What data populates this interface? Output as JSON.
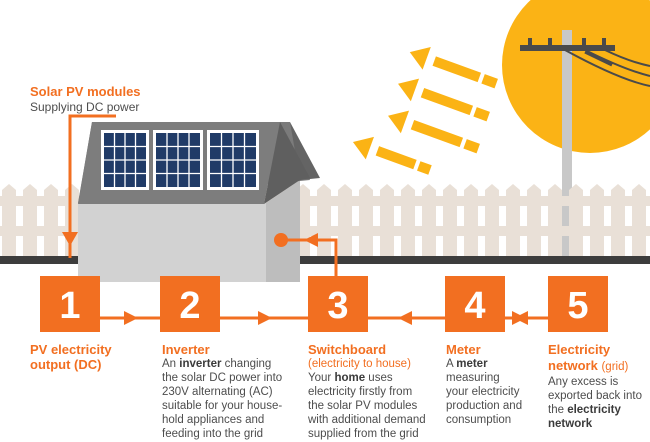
{
  "header": {
    "title": "Solar PV modules",
    "subtitle": "Supplying DC power"
  },
  "steps": [
    {
      "number": "1",
      "title": "PV electricity output (DC)",
      "title_line1": "PV electricity",
      "title_line2": "output (DC)"
    },
    {
      "number": "2",
      "title": "Inverter",
      "desc_a": "An ",
      "desc_bold": "inverter",
      "desc_b": " changing",
      "desc_rest": [
        "the solar DC power into",
        "230V alternating (AC)",
        "suitable for your house-",
        "hold appliances and",
        "feeding into the grid"
      ]
    },
    {
      "number": "3",
      "title": "Switchboard",
      "sub": "(electricity to house)",
      "desc_a": "Your ",
      "desc_bold": "home",
      "desc_b": " uses",
      "desc_rest": [
        "electricity firstly from",
        "the solar PV modules",
        "with additional demand",
        "supplied from the grid"
      ]
    },
    {
      "number": "4",
      "title": "Meter",
      "desc_a": "A ",
      "desc_bold": "meter",
      "desc_rest": [
        "measuring",
        "your electricity",
        "production and",
        "consumption"
      ]
    },
    {
      "number": "5",
      "title": "Electricity",
      "title_line2a": "network ",
      "title_line2b": "(grid)",
      "desc_rest": [
        "Any excess is",
        "exported back into",
        "the "
      ],
      "desc_bold1": "electricity",
      "desc_bold2": "network"
    }
  ],
  "colors": {
    "accent": "#f26f21",
    "sun": "#fbb315",
    "panel": "#1f3a64",
    "house": "#cfcfcf",
    "roof": "#7a7a7a",
    "fence": "#e8dfd6",
    "ground": "#3d3d3d"
  }
}
